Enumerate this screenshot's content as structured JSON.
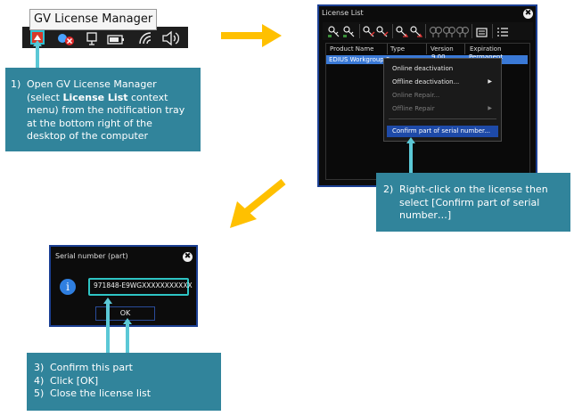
{
  "tray": {
    "tooltip": "GV License Manager",
    "icons": [
      "gv-license-manager-icon",
      "network-error-icon",
      "usb-device-icon",
      "battery-icon",
      "wifi-icon",
      "volume-icon"
    ]
  },
  "step1": {
    "num": "1)",
    "lines": [
      "Open GV License Manager",
      "(select ",
      "License List",
      " context",
      "menu) from the notification tray",
      "at the bottom right of the",
      "desktop of the computer"
    ]
  },
  "license_list": {
    "title": "License List",
    "close": "✖",
    "columns": [
      "Product Name",
      "Type",
      "Version",
      "Expiration"
    ],
    "rows": [
      {
        "product": "EDIUS Workgroup 9",
        "type": "",
        "version": "9.00",
        "expiration": "Permanent"
      }
    ],
    "menu": {
      "items": [
        {
          "label": "Online deactivation",
          "enabled": true,
          "submenu": false
        },
        {
          "label": "Offline deactivation...",
          "enabled": true,
          "submenu": true
        },
        {
          "label": "Online Repair...",
          "enabled": false,
          "submenu": false
        },
        {
          "label": "Offline Repair",
          "enabled": false,
          "submenu": true
        },
        {
          "label": "Confirm part of serial number...",
          "enabled": true,
          "submenu": false,
          "selected": true
        }
      ]
    }
  },
  "step2": {
    "num": "2)",
    "lines": [
      "Right-click on the license then",
      "select [Confirm part of serial",
      "number…]"
    ]
  },
  "serial_dialog": {
    "title": "Serial number (part)",
    "close": "✖",
    "info_glyph": "i",
    "serial": "971848-E9WGXXXXXXXXXXX",
    "ok": "OK"
  },
  "step3": {
    "items": [
      {
        "num": "3)",
        "text": "Confirm this part"
      },
      {
        "num": "4)",
        "text": "Click [OK]"
      },
      {
        "num": "5)",
        "text": "Close the license list"
      }
    ]
  },
  "colors": {
    "callout": "#31849b",
    "arrow": "#ffc000",
    "connector": "#5bc8d6",
    "window_border": "#1b3f93",
    "menu_selected": "#1e4aa8",
    "row_selected": "#3a79d6"
  }
}
